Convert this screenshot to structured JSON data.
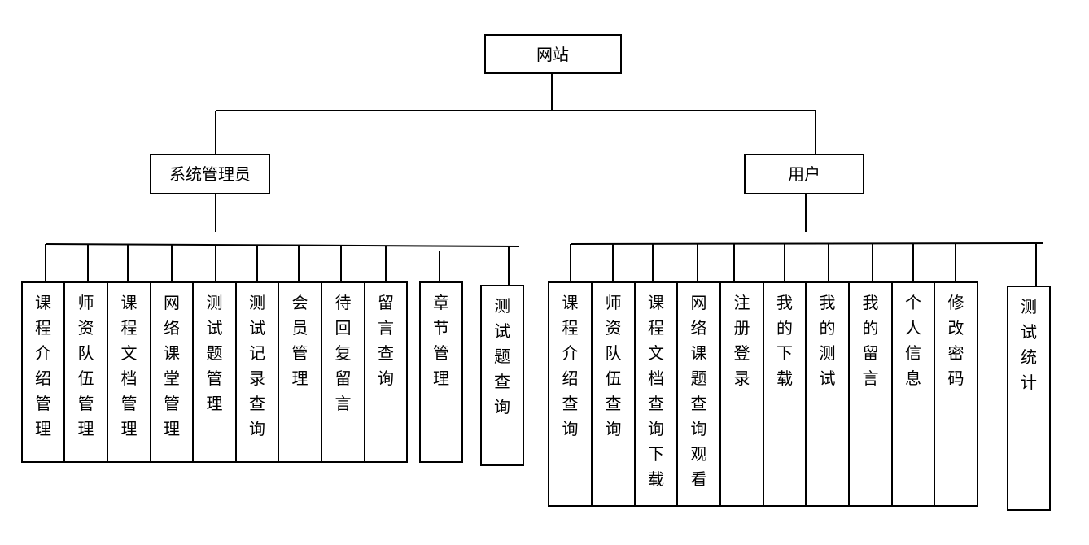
{
  "root": {
    "label": "网站"
  },
  "admin": {
    "label": "系统管理员",
    "items": [
      "课程介绍管理",
      "师资队伍管理",
      "课程文档管理",
      "网络课堂管理",
      "测试题管理",
      "测试记录查询",
      "会员管理",
      "待回复留言",
      "留言查询",
      "章节管理",
      "测试题查询"
    ]
  },
  "user": {
    "label": "用户",
    "items": [
      "课程介绍查询",
      "师资队伍查询",
      "课程文档查询下载",
      "网络课题查询观看",
      "注册登录",
      "我的下载",
      "我的测试",
      "我的留言",
      "个人信息",
      "修改密码",
      "测试统计"
    ]
  }
}
